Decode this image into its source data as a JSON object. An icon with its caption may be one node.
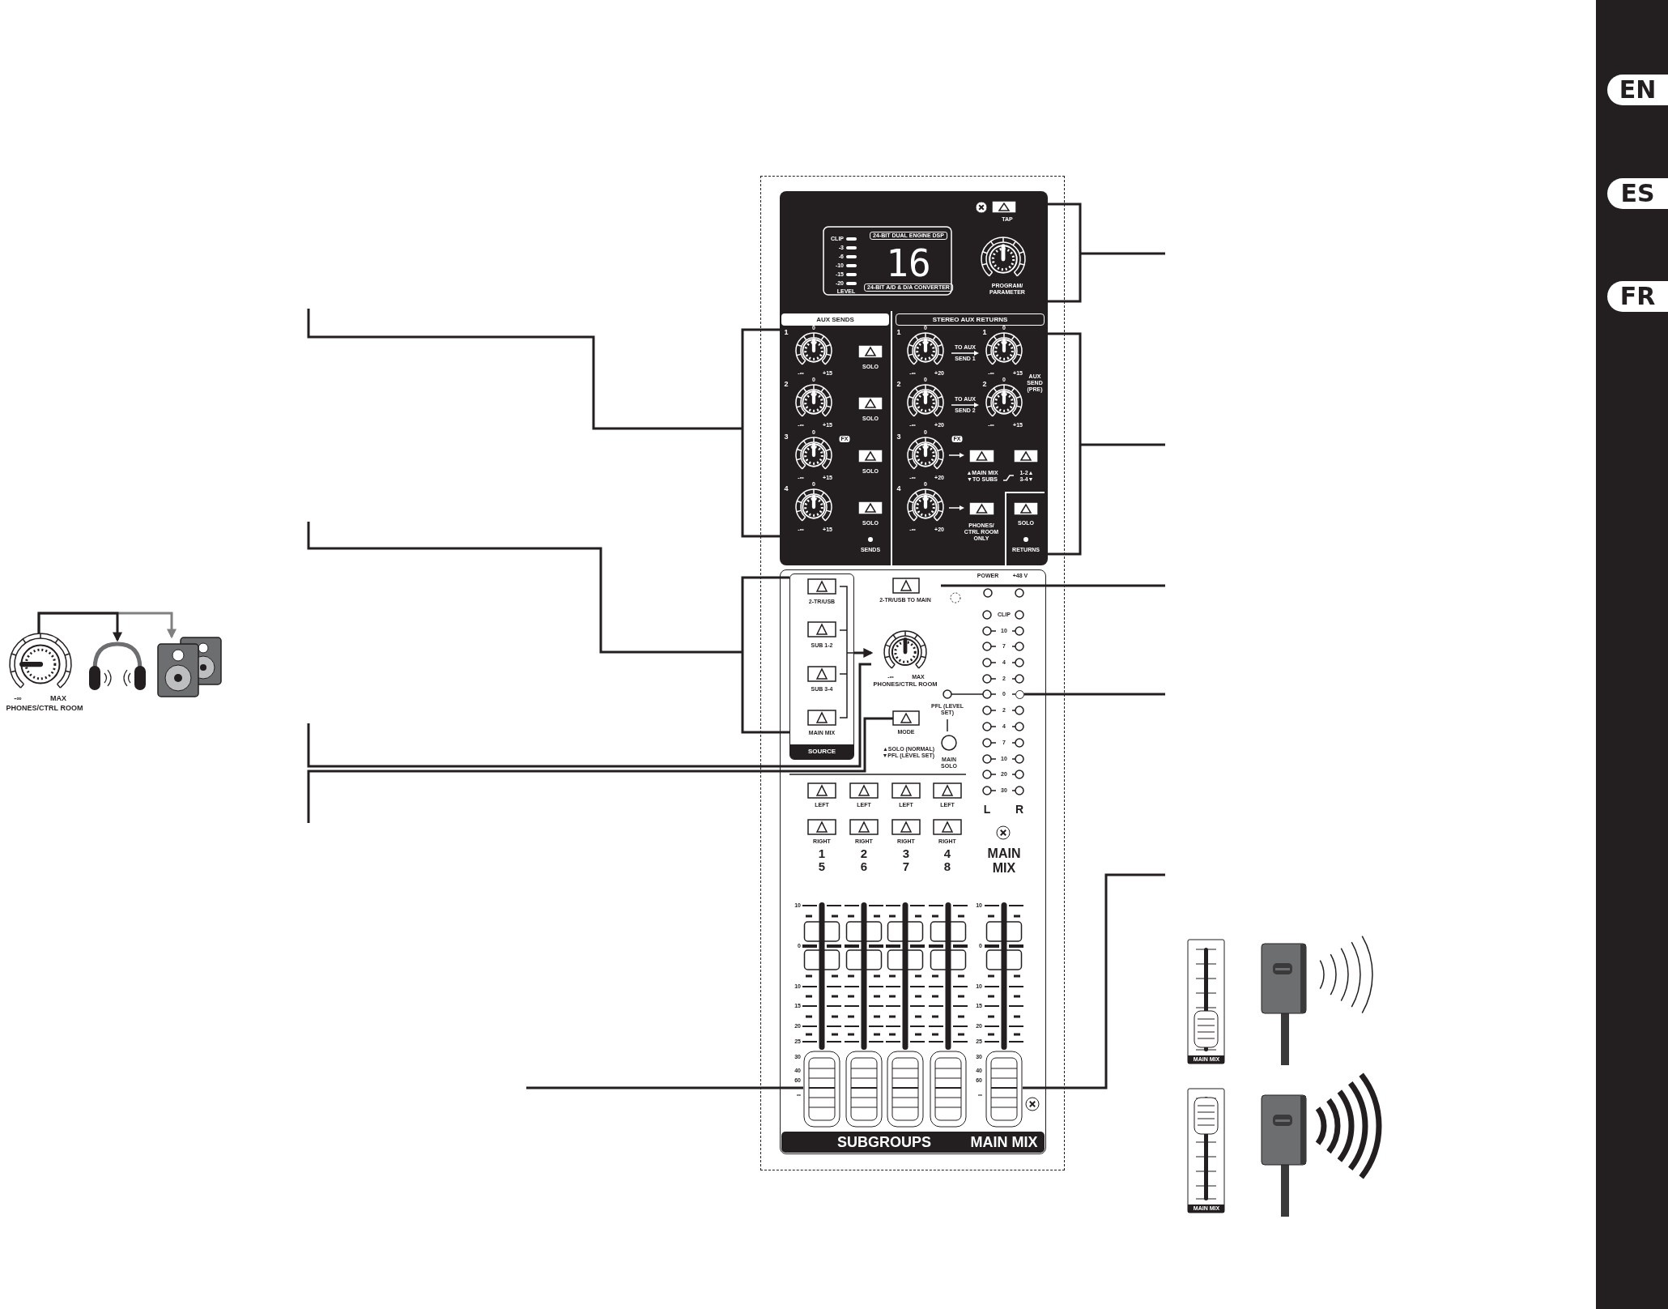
{
  "diagram": {
    "nodes": [
      {
        "text": [
          "TAP",
          "PROGRAM/ PARAMETER"
        ]
      },
      {
        "text": [
          "AUX SENDS"
        ]
      },
      {
        "text": [
          "STEREO AUX RETURNS"
        ]
      },
      {
        "text": [
          "SOURCE"
        ]
      },
      {
        "text": [
          "PHONES/CTRL ROOM"
        ]
      },
      {
        "text": [
          "MODE"
        ]
      },
      {
        "text": [
          "2-TR/USB TO MAIN"
        ]
      },
      {
        "text": [],
        "shape": "circle"
      },
      {
        "text": [],
        "shape": "box"
      },
      {
        "text": [],
        "shape": "box"
      },
      {
        "text": [],
        "shape": "box"
      },
      {
        "text": [],
        "shape": "box"
      },
      {
        "text": [],
        "shape": "box"
      },
      {
        "text": [
          "PHONES/CTRL ROOM"
        ]
      },
      {
        "text": [],
        "shape": "picture"
      },
      {
        "text": [],
        "shape": "picture"
      }
    ],
    "edges": [
      {
        "from": null,
        "to": 1,
        "arrow": "none"
      },
      {
        "from": null,
        "to": 3,
        "arrow": "none"
      },
      {
        "from": null,
        "to": 4,
        "arrow": "none"
      },
      {
        "from": null,
        "to": 5,
        "arrow": "none"
      },
      {
        "from": null,
        "to": 8,
        "arrow": "none"
      },
      {
        "from": null,
        "to": 0,
        "arrow": "none"
      },
      {
        "from": null,
        "to": 2,
        "arrow": "none"
      },
      {
        "from": null,
        "to": 6,
        "arrow": "none"
      },
      {
        "from": null,
        "to": 7,
        "arrow": "none"
      },
      {
        "from": null,
        "to": 12,
        "arrow": "none"
      },
      {
        "from": 13,
        "to": 14,
        "arrow": "to"
      },
      {
        "from": 13,
        "to": 15,
        "arrow": "to",
        "color": "#808080"
      },
      {
        "from": 3,
        "to": 4,
        "arrow": "to"
      }
    ],
    "labels": [
      "EN",
      "ES",
      "FR",
      "CLIP",
      "-3",
      "-6",
      "-10",
      "-15",
      "-20",
      "LEVEL",
      "24-BIT DUAL ENGINE DSP",
      "16",
      "24-BIT A/D & D/A CONVERTER",
      "1",
      "0",
      "-∞",
      "+15",
      "SOLO",
      "2",
      "0",
      "-∞",
      "+15",
      "SOLO",
      "3",
      "0",
      "FX",
      "-∞",
      "+15",
      "SOLO",
      "4",
      "0",
      "-∞",
      "+15",
      "SOLO",
      "SENDS",
      "1",
      "0",
      "TO AUX SEND 1",
      "1",
      "0",
      "-∞",
      "+20",
      "-∞",
      "+15",
      "AUX SEND (PRE)",
      "2",
      "0",
      "TO AUX SEND 2",
      "2",
      "0",
      "-∞",
      "+20",
      "-∞",
      "+15",
      "3",
      "0",
      "FX",
      "-∞",
      "+20",
      "▲MAIN MIX ▼TO SUBS",
      "1-2▲ 3-4▼",
      "4",
      "0",
      "-∞",
      "+20",
      "PHONES/ CTRL ROOM ONLY",
      "SOLO",
      "RETURNS",
      "POWER",
      "+48 V",
      "2-TR/USB",
      "SUB 1-2",
      "SUB 3-4",
      "MAIN MIX",
      "-∞",
      "MAX",
      "CLIP",
      "10",
      "7",
      "4",
      "2",
      "0",
      "2",
      "4",
      "7",
      "10",
      "20",
      "30",
      "PFL (LEVEL SET)",
      "MAIN SOLO",
      "▲SOLO (NORMAL) ▼PFL (LEVEL SET)",
      "L",
      "R",
      "LEFT",
      "LEFT",
      "LEFT",
      "LEFT",
      "RIGHT",
      "RIGHT",
      "RIGHT",
      "RIGHT",
      "1",
      "2",
      "3",
      "4",
      "5",
      "6",
      "7",
      "8",
      "MAIN MIX",
      "10",
      "0",
      "10",
      "15",
      "20",
      "25",
      "30",
      "40",
      "60",
      "∞",
      "10",
      "0",
      "10",
      "15",
      "20",
      "25",
      "30",
      "40",
      "60",
      "∞",
      "SUBGROUPS",
      "MAIN MIX",
      "-∞",
      "MAX",
      "MAIN MIX",
      "MAIN MIX"
    ]
  }
}
